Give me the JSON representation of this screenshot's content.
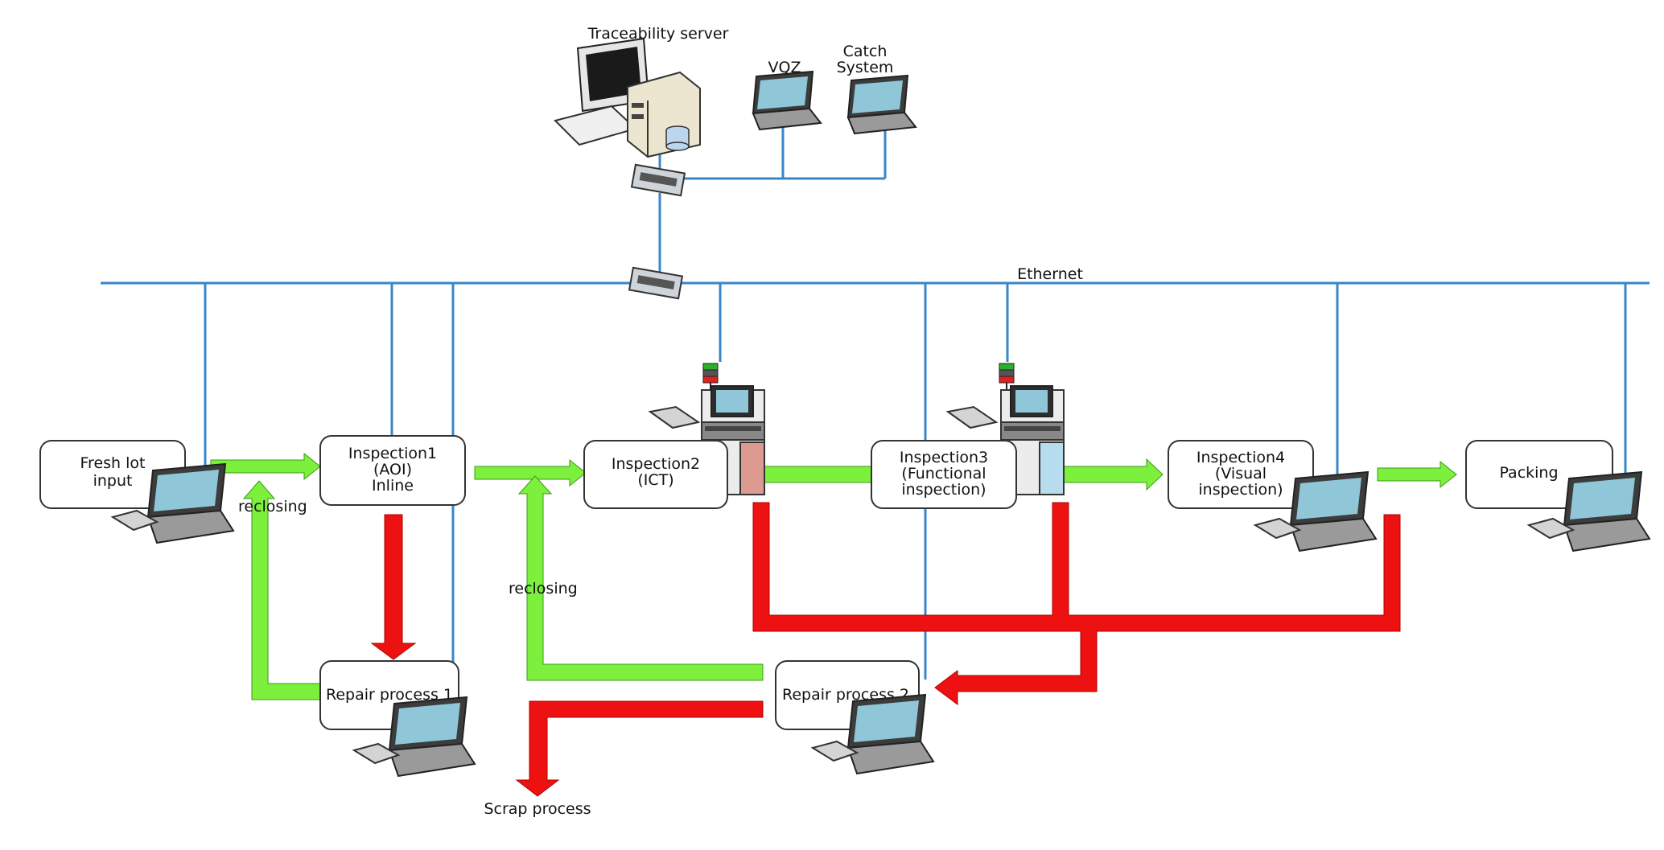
{
  "diagram": {
    "server_label": "Traceability server",
    "vqz_label": "VQZ",
    "catch_label_line1": "Catch",
    "catch_label_line2": "System",
    "ethernet_label": "Ethernet",
    "boxes": {
      "fresh_lot": [
        "Fresh lot",
        "input"
      ],
      "inspection1": [
        "Inspection1",
        "(AOI)",
        "Inline"
      ],
      "inspection2": [
        "Inspection2",
        "(ICT)"
      ],
      "inspection3": [
        "Inspection3",
        "(Functional",
        "inspection)"
      ],
      "inspection4": [
        "Inspection4",
        "(Visual",
        "inspection)"
      ],
      "packing": [
        "Packing"
      ],
      "repair1": [
        "Repair process 1"
      ],
      "repair2": [
        "Repair process 2"
      ]
    },
    "reclosing_1": "reclosing",
    "reclosing_2": "reclosing",
    "scrap_label": "Scrap process",
    "colors": {
      "network": "#3a86c8",
      "pass_arrow": "#7cf03c",
      "fail_arrow": "#ee1111",
      "box_border": "#333333"
    }
  }
}
